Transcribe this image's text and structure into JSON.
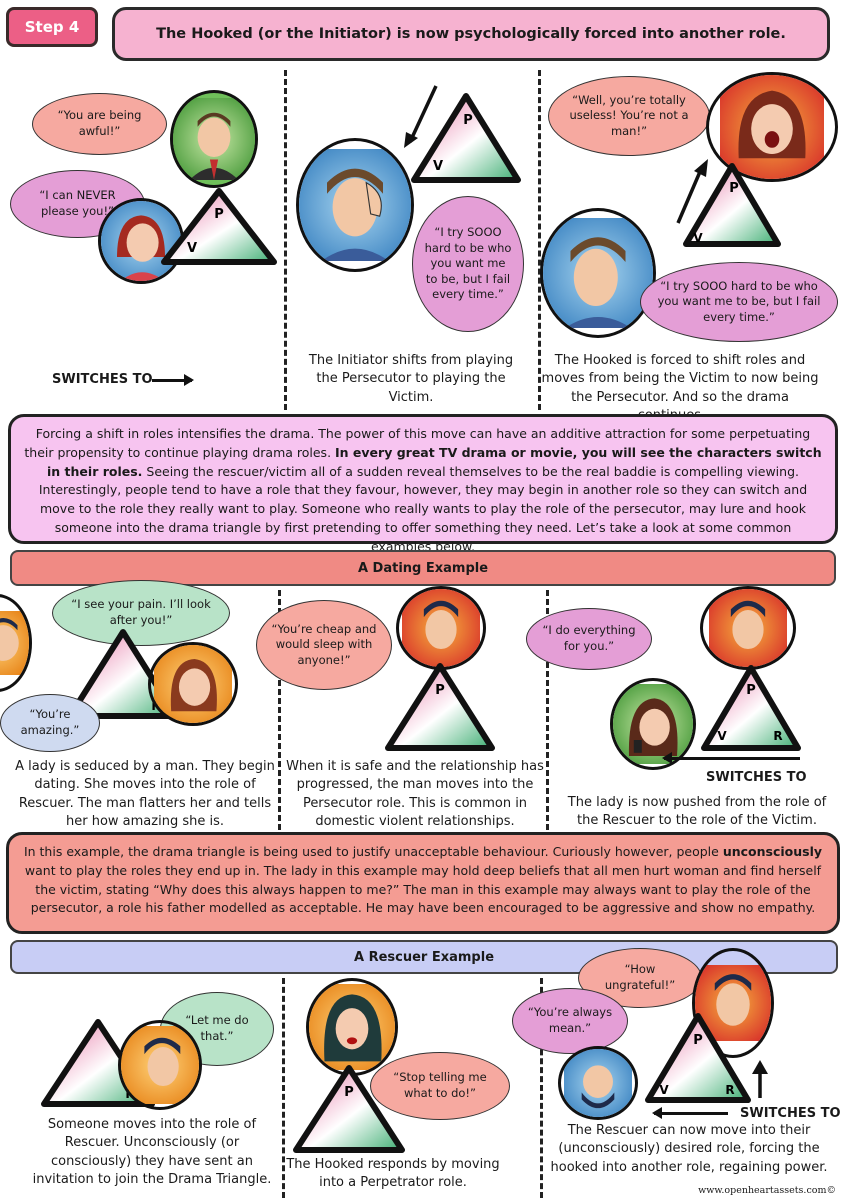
{
  "header": {
    "step": "Step 4",
    "title": "The Hooked (or the Initiator) is now psychologically forced into another role."
  },
  "panel1": {
    "bubble_top": "“You are being awful!”",
    "bubble_bottom": "“I can NEVER please you!”",
    "tri_top": "P",
    "tri_left": "V",
    "switches_to": "SWITCHES TO"
  },
  "panel2": {
    "bubble": "“I try SOOO hard to be who you want me to be, but I fail every time.”",
    "tri_top": "P",
    "tri_left": "V",
    "caption": "The Initiator shifts from playing the Persecutor to playing the Victim."
  },
  "panel3": {
    "bubble_top": "“Well, you’re totally useless! You’re not a man!”",
    "bubble_bottom": "“I try SOOO hard to be who you want me to be, but I fail every time.”",
    "tri_top": "P",
    "tri_left": "V",
    "caption": "The Hooked is forced to shift roles and moves from being the Victim to now being the Persecutor. And so the drama continues….."
  },
  "info1": {
    "text_a": "Forcing a shift in roles intensifies the drama. The power of this move can have an additive attraction for some perpetuating their propensity to continue playing drama roles. ",
    "text_bold": "In every great TV drama or movie, you will see the characters switch in their roles.",
    "text_b": " Seeing the rescuer/victim all of a sudden reveal themselves to be the real baddie is compelling viewing. Interestingly, people tend to have a role that they favour, however, they may begin in another role so they can switch and move to the role they really want to play. Someone who really wants to play the role of the persecutor, may lure and hook someone into the drama triangle by first pretending to offer something they need. Let’s take a look at some common examples below."
  },
  "dating": {
    "title": "A Dating Example",
    "p1_bubble_top": "“I see your pain. I’ll look after you!”",
    "p1_bubble_bottom": "“You’re amazing.”",
    "p1_tri": "R",
    "p1_caption": "A lady is seduced by a man. They begin dating. She moves into the role of Rescuer. The man flatters her and tells her how amazing she is.",
    "p2_bubble": "“You’re cheap and would sleep with anyone!”",
    "p2_tri": "P",
    "p2_caption": "When it is safe and the relationship has progressed, the man moves into the Persecutor role. This is common in domestic violent relationships.",
    "p3_bubble": "“I do everything for you.”",
    "p3_tri_top": "P",
    "p3_tri_left": "V",
    "p3_tri_right": "R",
    "p3_switches": "SWITCHES TO",
    "p3_caption": "The lady is now pushed from the role of the Rescuer to the role of the Victim."
  },
  "info2": {
    "text_a": "In this example, the drama triangle is being used to justify unacceptable behaviour. Curiously however, people ",
    "text_bold": "unconsciously",
    "text_b": " want to play the roles they end up in. The lady in this example may hold deep beliefs that all men hurt woman and find herself the victim, stating “Why does this always happen to me?” The man in this example may always want to play the role of the persecutor, a role his father modelled as acceptable. He may have been encouraged to be aggressive and show no empathy."
  },
  "rescuer": {
    "title": "A Rescuer Example",
    "p1_bubble": "“Let me do that.”",
    "p1_tri": "R",
    "p1_caption": "Someone moves into the role of Rescuer. Unconsciously (or consciously) they have sent an invitation to join the Drama Triangle.",
    "p2_bubble": "“Stop telling me what to do!”",
    "p2_tri": "P",
    "p2_caption": "The Hooked responds by moving into a Perpetrator role.",
    "p3_bubble_top": "“How ungrateful!”",
    "p3_bubble_mid": "“You’re always mean.”",
    "p3_tri_top": "P",
    "p3_tri_left": "V",
    "p3_tri_right": "R",
    "p3_switches": "SWITCHES TO",
    "p3_caption": "The Rescuer can now move into their (unconsciously) desired role, forcing the hooked into another role, regaining power."
  },
  "credit": "www.openheartassets.com©",
  "colors": {
    "badge": "#ec5f86",
    "header_banner": "#f6b2d0",
    "info1": "#f7c4f0",
    "dating_bar": "#f08a84",
    "info2": "#f49c93",
    "rescuer_bar": "#c8cdf5"
  }
}
